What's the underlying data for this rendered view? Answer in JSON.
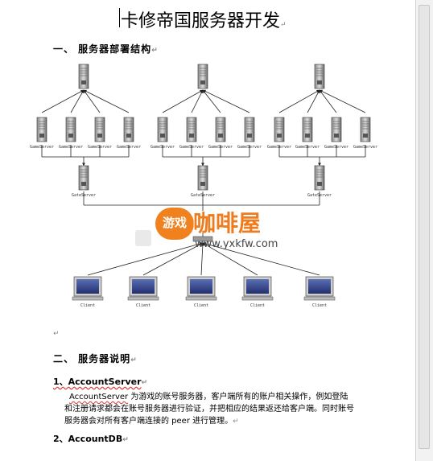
{
  "doc": {
    "title": "卡修帝国服务器开发",
    "para_mark": "↵",
    "section1": "一、 服务器部署结构",
    "section2": "二、 服务器说明",
    "sub1": "1、AccountServer",
    "sub2": "2、AccountDB",
    "para_term": "AccountServer",
    "para_body": " 为游戏的账号服务器，客户端所有的账户相关操作，例如登陆和注册请求都会在账号服务器进行验证，并把相应的结果返还给客户端。同时账号服务器会对所有客户端连接的 peer 进行管理。"
  },
  "diagram": {
    "game_label": "GameServer",
    "gate_label": "GateServer",
    "client_label": "Client"
  },
  "watermark": {
    "badge": "游戏",
    "brand": "咖啡屋",
    "url": "www.yxkfw.com"
  }
}
